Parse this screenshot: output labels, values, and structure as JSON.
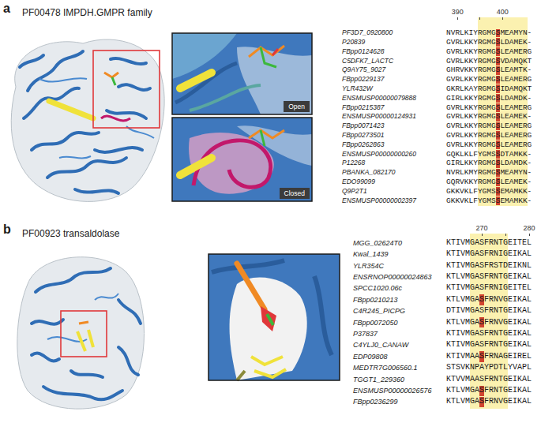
{
  "diagram": {
    "nodes": [
      {
        "text": [
          "Open"
        ]
      },
      {
        "text": [
          "Closed"
        ]
      }
    ],
    "labels": [
      "a",
      "PF00478 IMPDH.GMPR family",
      "390",
      "400",
      "PF3D7_0920800",
      "NVRLKIYRGMGSMEAMYN-",
      "P20839",
      "GVRLKKYRGMGSLDAMEK-",
      "FBpp0124628",
      "GVRLKKYRGMGSLEAMERG",
      "C5DFK7_LACTC",
      "GVRLKKYRGMGSVDAMQKT",
      "Q9AY75_9027",
      "GHRVKKYRGMGSLEAMTK-",
      "FBpp0229137",
      "GVRLKKYRGMGSLEAMERG",
      "YLR432W",
      "GKRLKAYRGMGSIDAMQKT",
      "ENSMUSP00000079888",
      "GIRLKKYRGMGSLDAMDK-",
      "FBpp0215387",
      "GVRLKKYRGMGSLEAMERG",
      "ENSMUSP00000124931",
      "GVRLKKYRGMGSLEAMEK-",
      "FBpp0071423",
      "GVRLKKYRGMGSLEAMERG",
      "FBpp0273501",
      "GVRLKKYRGMGSLEAMERG",
      "FBpp0262863",
      "GVRLKKYRGMGSLEAMERG",
      "ENSMUSP00000000260",
      "GQKLKLFYGMSSDTAMKK-",
      "P12268",
      "GIRLKKYRGMGSLDAMDK-",
      "PBANKA_082170",
      "NVRLKMYRGMGSMEAMYN-",
      "EDO99099",
      "GQRVKKYRGMGSLEAMEK-",
      "Q9P2T1",
      "GKKVKLFYGMSSEMAMKK-",
      "ENSMUSP00000002397",
      "GKKVKLFYGMSSEMAMKK-",
      "b",
      "PF00923 transaldolase",
      "270",
      "280",
      "MGG_02624T0",
      "KTIVMGASFRNTGEITEL",
      "Kwal_1439",
      "KTIVMGASFRNIGEIKAL",
      "YLR354C",
      "KTIVMGASFRSTDEIKNL",
      "ENSRNOP00000024863",
      "KTLVMGASFRNTGEIKAL",
      "SPCC1020.06c",
      "KTIVMGASFRNIGEITEL",
      "FBpp0210213",
      "KTLVMGASFRNVGEIKAL",
      "C4R245_PICPG",
      "DTIVMGASFRNTGEIKAL",
      "FBpp0072050",
      "KTLVMGASFRNVGEIKAL",
      "P37837",
      "KTIVMGASFRNTGEIKAL",
      "C4YLJ0_CANAW",
      "KTIVMGASFRNTGEIKAL",
      "EDP09808",
      "KTIVMAASFRNAGEIREL",
      "MEDTR7G006560.1",
      "STSVKNPAYPDTLYVAPL",
      "TGGT1_229360",
      "KTVVMAASFRNTGEIKAL",
      "ENSMUSP00000026576",
      "KTLVMGASFRNTGEIKAL",
      "FBpp0236299",
      "KTLVMGASFRNVGEIKAL"
    ]
  }
}
